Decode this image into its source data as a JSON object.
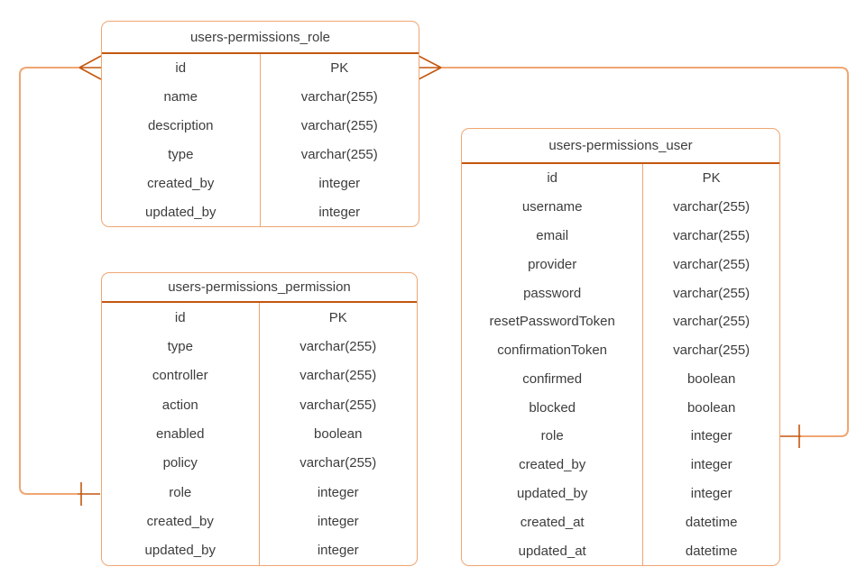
{
  "colors": {
    "line_light": "#EFA672",
    "line_dark": "#C4570E",
    "text": "#3D3D3D",
    "background": "#FFFFFF"
  },
  "tables": [
    {
      "id": "role",
      "title": "users-permissions_role",
      "fields": [
        {
          "name": "id",
          "type": "PK"
        },
        {
          "name": "name",
          "type": "varchar(255)"
        },
        {
          "name": "description",
          "type": "varchar(255)"
        },
        {
          "name": "type",
          "type": "varchar(255)"
        },
        {
          "name": "created_by",
          "type": "integer"
        },
        {
          "name": "updated_by",
          "type": "integer"
        }
      ]
    },
    {
      "id": "permission",
      "title": "users-permissions_permission",
      "fields": [
        {
          "name": "id",
          "type": "PK"
        },
        {
          "name": "type",
          "type": "varchar(255)"
        },
        {
          "name": "controller",
          "type": "varchar(255)"
        },
        {
          "name": "action",
          "type": "varchar(255)"
        },
        {
          "name": "enabled",
          "type": "boolean"
        },
        {
          "name": "policy",
          "type": "varchar(255)"
        },
        {
          "name": "role",
          "type": "integer"
        },
        {
          "name": "created_by",
          "type": "integer"
        },
        {
          "name": "updated_by",
          "type": "integer"
        }
      ]
    },
    {
      "id": "user",
      "title": "users-permissions_user",
      "fields": [
        {
          "name": "id",
          "type": "PK"
        },
        {
          "name": "username",
          "type": "varchar(255)"
        },
        {
          "name": "email",
          "type": "varchar(255)"
        },
        {
          "name": "provider",
          "type": "varchar(255)"
        },
        {
          "name": "password",
          "type": "varchar(255)"
        },
        {
          "name": "resetPasswordToken",
          "type": "varchar(255)"
        },
        {
          "name": "confirmationToken",
          "type": "varchar(255)"
        },
        {
          "name": "confirmed",
          "type": "boolean"
        },
        {
          "name": "blocked",
          "type": "boolean"
        },
        {
          "name": "role",
          "type": "integer"
        },
        {
          "name": "created_by",
          "type": "integer"
        },
        {
          "name": "updated_by",
          "type": "integer"
        },
        {
          "name": "created_at",
          "type": "datetime"
        },
        {
          "name": "updated_at",
          "type": "datetime"
        }
      ]
    }
  ],
  "relationships": [
    {
      "from_table": "users-permissions_role",
      "from_field": "id",
      "from_cardinality": "many",
      "to_table": "users-permissions_permission",
      "to_field": "role",
      "to_cardinality": "one"
    },
    {
      "from_table": "users-permissions_role",
      "from_field": "id",
      "from_cardinality": "many",
      "to_table": "users-permissions_user",
      "to_field": "role",
      "to_cardinality": "one"
    }
  ]
}
